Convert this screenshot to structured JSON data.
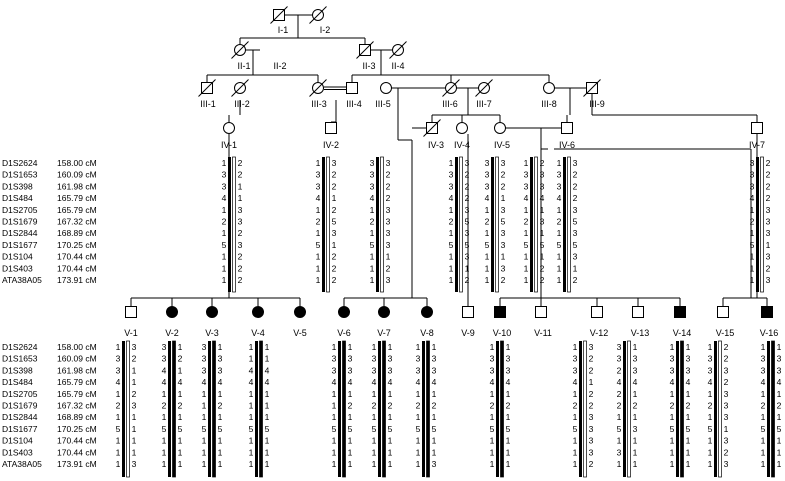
{
  "generations": {
    "I": [
      {
        "id": "I-1",
        "sex": "M",
        "deceased": true
      },
      {
        "id": "I-2",
        "sex": "F",
        "deceased": true
      }
    ],
    "II": [
      {
        "id": "II-1",
        "sex": "F",
        "deceased": true
      },
      {
        "id": "II-2",
        "sex": "M",
        "deceased": false,
        "label_only": true
      },
      {
        "id": "II-3",
        "sex": "M",
        "deceased": true
      },
      {
        "id": "II-4",
        "sex": "F",
        "deceased": true
      }
    ],
    "III": [
      {
        "id": "III-1",
        "sex": "M",
        "deceased": true
      },
      {
        "id": "III-2",
        "sex": "F",
        "deceased": true
      },
      {
        "id": "III-3",
        "sex": "F",
        "deceased": true
      },
      {
        "id": "III-4",
        "sex": "M",
        "deceased": false
      },
      {
        "id": "III-5",
        "sex": "F",
        "deceased": false
      },
      {
        "id": "III-6",
        "sex": "F",
        "deceased": true
      },
      {
        "id": "III-7",
        "sex": "F",
        "deceased": true
      },
      {
        "id": "III-8",
        "sex": "F",
        "deceased": false
      },
      {
        "id": "III-9",
        "sex": "M",
        "deceased": true
      }
    ],
    "IV": [
      {
        "id": "IV-1",
        "sex": "F"
      },
      {
        "id": "IV-2",
        "sex": "M"
      },
      {
        "id": "IV-3",
        "sex": "M",
        "deceased": true
      },
      {
        "id": "IV-4",
        "sex": "F"
      },
      {
        "id": "IV-5",
        "sex": "F"
      },
      {
        "id": "IV-6",
        "sex": "M"
      },
      {
        "id": "IV-7",
        "sex": "M"
      }
    ],
    "V": [
      {
        "id": "V-1",
        "sex": "M",
        "affected": false
      },
      {
        "id": "V-2",
        "sex": "F",
        "affected": true
      },
      {
        "id": "V-3",
        "sex": "F",
        "affected": true
      },
      {
        "id": "V-4",
        "sex": "F",
        "affected": true
      },
      {
        "id": "V-5",
        "sex": "F",
        "affected": true
      },
      {
        "id": "V-6",
        "sex": "F",
        "affected": true
      },
      {
        "id": "V-7",
        "sex": "F",
        "affected": true
      },
      {
        "id": "V-8",
        "sex": "F",
        "affected": true
      },
      {
        "id": "V-9",
        "sex": "M",
        "affected": false
      },
      {
        "id": "V-10",
        "sex": "M",
        "affected": true
      },
      {
        "id": "V-11",
        "sex": "M",
        "affected": false
      },
      {
        "id": "V-12",
        "sex": "M",
        "affected": false
      },
      {
        "id": "V-13",
        "sex": "M",
        "affected": false
      },
      {
        "id": "V-14",
        "sex": "M",
        "affected": true
      },
      {
        "id": "V-15",
        "sex": "M",
        "affected": false
      },
      {
        "id": "V-16",
        "sex": "M",
        "affected": true
      }
    ]
  },
  "markers": [
    {
      "name": "D1S2624",
      "pos": "158.00 cM"
    },
    {
      "name": "D1S1653",
      "pos": "160.09 cM"
    },
    {
      "name": "D1S398",
      "pos": "161.98 cM"
    },
    {
      "name": "D1S484",
      "pos": "165.79 cM"
    },
    {
      "name": "D1S2705",
      "pos": "165.79 cM"
    },
    {
      "name": "D1S1679",
      "pos": "167.32 cM"
    },
    {
      "name": "D1S2844",
      "pos": "168.89 cM"
    },
    {
      "name": "D1S1677",
      "pos": "170.25 cM"
    },
    {
      "name": "D1S104",
      "pos": "170.44 cM"
    },
    {
      "name": "D1S403",
      "pos": "170.44 cM"
    },
    {
      "name": "ATA38A05",
      "pos": "173.91 cM"
    }
  ],
  "haplotypes_row4": [
    {
      "of": "IV-1",
      "left": [
        "1",
        "3",
        "3",
        "4",
        "1",
        "2",
        "1",
        "5",
        "1",
        "1",
        "1"
      ],
      "right": [
        "2",
        "2",
        "1",
        "1",
        "3",
        "3",
        "2",
        "3",
        "2",
        "2",
        "2"
      ]
    },
    {
      "of": "IV-2",
      "left": [
        "1",
        "3",
        "3",
        "4",
        "1",
        "2",
        "1",
        "5",
        "1",
        "1",
        "1"
      ],
      "right": [
        "3",
        "2",
        "2",
        "1",
        "2",
        "5",
        "3",
        "1",
        "2",
        "2",
        "2"
      ]
    },
    {
      "of": "mid-1",
      "left": [
        "3",
        "3",
        "3",
        "4",
        "1",
        "2",
        "1",
        "5",
        "1",
        "1",
        "1"
      ],
      "right": [
        "3",
        "2",
        "2",
        "2",
        "3",
        "3",
        "3",
        "3",
        "1",
        "2",
        "3"
      ]
    },
    {
      "of": "IV-3",
      "left": [
        "1",
        "3",
        "3",
        "4",
        "1",
        "2",
        "1",
        "5",
        "1",
        "1",
        "1"
      ],
      "right": [
        "3",
        "2",
        "2",
        "2",
        "3",
        "5",
        "3",
        "5",
        "3",
        "1",
        "2"
      ]
    },
    {
      "of": "IV-4",
      "left": [
        "3",
        "3",
        "3",
        "4",
        "1",
        "2",
        "1",
        "5",
        "1",
        "1",
        "1"
      ],
      "right": [
        "3",
        "2",
        "2",
        "1",
        "3",
        "5",
        "3",
        "3",
        "1",
        "3",
        "2"
      ]
    },
    {
      "of": "IV-5",
      "left": [
        "1",
        "3",
        "3",
        "4",
        "1",
        "2",
        "1",
        "5",
        "1",
        "1",
        "1"
      ],
      "right": [
        "2",
        "3",
        "3",
        "4",
        "1",
        "3",
        "1",
        "5",
        "1",
        "2",
        "2"
      ]
    },
    {
      "of": "IV-6",
      "left": [
        "1",
        "3",
        "3",
        "4",
        "1",
        "2",
        "1",
        "5",
        "1",
        "1",
        "1"
      ],
      "right": [
        "3",
        "2",
        "2",
        "2",
        "3",
        "5",
        "3",
        "5",
        "3",
        "1",
        "2"
      ]
    },
    {
      "of": "IV-7",
      "left": [
        "3",
        "3",
        "3",
        "4",
        "1",
        "2",
        "1",
        "5",
        "1",
        "1",
        "1"
      ],
      "right": [
        "2",
        "2",
        "2",
        "2",
        "3",
        "3",
        "3",
        "1",
        "3",
        "2",
        "3"
      ]
    }
  ],
  "haplotypes_row5": [
    {
      "of": "V-1",
      "left": [
        "1",
        "3",
        "3",
        "4",
        "1",
        "2",
        "1",
        "5",
        "1",
        "1",
        "1"
      ],
      "right": [
        "3",
        "2",
        "1",
        "1",
        "2",
        "3",
        "1",
        "1",
        "1",
        "1",
        "3"
      ]
    },
    {
      "of": "V-2",
      "left": [
        "3",
        "3",
        "4",
        "4",
        "1",
        "2",
        "1",
        "5",
        "1",
        "1",
        "1"
      ],
      "right": [
        "1",
        "2",
        "1",
        "4",
        "1",
        "2",
        "1",
        "5",
        "1",
        "1",
        "1"
      ]
    },
    {
      "of": "V-3",
      "left": [
        "3",
        "3",
        "3",
        "4",
        "1",
        "1",
        "1",
        "5",
        "1",
        "1",
        "1"
      ],
      "right": [
        "1",
        "3",
        "3",
        "4",
        "1",
        "2",
        "1",
        "5",
        "1",
        "1",
        "1"
      ]
    },
    {
      "of": "V-4",
      "left": [
        "1",
        "1",
        "4",
        "4",
        "1",
        "1",
        "1",
        "5",
        "1",
        "1",
        "1"
      ],
      "right": [
        "1",
        "1",
        "4",
        "4",
        "1",
        "1",
        "1",
        "5",
        "1",
        "1",
        "1"
      ]
    },
    {
      "of": "V-6",
      "left": [
        "1",
        "3",
        "3",
        "4",
        "1",
        "1",
        "1",
        "5",
        "1",
        "1",
        "1"
      ],
      "right": [
        "1",
        "3",
        "3",
        "4",
        "1",
        "2",
        "1",
        "5",
        "1",
        "1",
        "1"
      ]
    },
    {
      "of": "V-7",
      "left": [
        "1",
        "3",
        "3",
        "4",
        "1",
        "2",
        "1",
        "5",
        "1",
        "1",
        "1"
      ],
      "right": [
        "1",
        "3",
        "3",
        "4",
        "1",
        "2",
        "1",
        "5",
        "1",
        "1",
        "1"
      ]
    },
    {
      "of": "V-8",
      "left": [
        "1",
        "3",
        "3",
        "4",
        "1",
        "2",
        "1",
        "5",
        "1",
        "1",
        "1"
      ],
      "right": [
        "1",
        "3",
        "3",
        "4",
        "1",
        "2",
        "1",
        "5",
        "1",
        "1",
        "3"
      ]
    },
    {
      "of": "V-10",
      "left": [
        "1",
        "3",
        "3",
        "4",
        "1",
        "2",
        "1",
        "5",
        "1",
        "1",
        "1"
      ],
      "right": [
        "1",
        "3",
        "3",
        "4",
        "1",
        "2",
        "1",
        "5",
        "1",
        "1",
        "1"
      ]
    },
    {
      "of": "V-12",
      "left": [
        "1",
        "3",
        "3",
        "4",
        "1",
        "2",
        "1",
        "5",
        "1",
        "1",
        "1"
      ],
      "right": [
        "3",
        "2",
        "2",
        "1",
        "2",
        "2",
        "3",
        "3",
        "3",
        "3",
        "2"
      ]
    },
    {
      "of": "V-13",
      "left": [
        "3",
        "3",
        "2",
        "4",
        "2",
        "2",
        "1",
        "5",
        "1",
        "3",
        "1"
      ],
      "right": [
        "1",
        "3",
        "3",
        "4",
        "1",
        "2",
        "1",
        "3",
        "1",
        "1",
        "1"
      ]
    },
    {
      "of": "V-14",
      "left": [
        "1",
        "3",
        "3",
        "4",
        "1",
        "2",
        "1",
        "5",
        "1",
        "1",
        "1"
      ],
      "right": [
        "1",
        "3",
        "3",
        "4",
        "1",
        "2",
        "1",
        "5",
        "1",
        "1",
        "1"
      ]
    },
    {
      "of": "V-15",
      "left": [
        "1",
        "3",
        "3",
        "4",
        "1",
        "2",
        "1",
        "5",
        "1",
        "1",
        "1"
      ],
      "right": [
        "2",
        "2",
        "3",
        "2",
        "3",
        "3",
        "3",
        "1",
        "3",
        "2",
        "3"
      ]
    },
    {
      "of": "V-16",
      "left": [
        "1",
        "3",
        "3",
        "4",
        "1",
        "2",
        "1",
        "5",
        "1",
        "1",
        "1"
      ],
      "right": [
        "1",
        "3",
        "3",
        "4",
        "1",
        "2",
        "1",
        "5",
        "1",
        "1",
        "1"
      ]
    }
  ]
}
